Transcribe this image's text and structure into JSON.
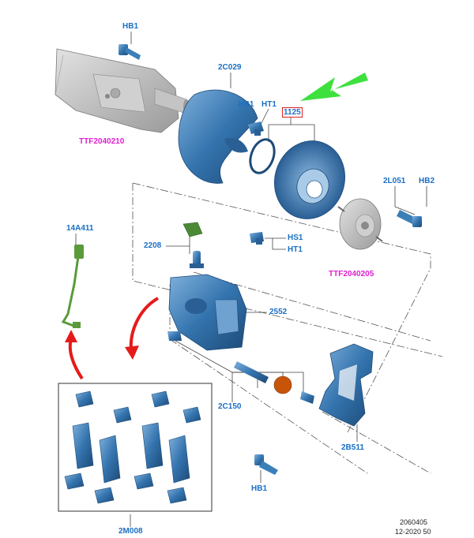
{
  "labels": {
    "hb1_top": "HB1",
    "c029": "2C029",
    "hs1_top": "HS1",
    "ht1_top": "HT1",
    "n1125": "1125",
    "ttf210": "TTF2040210",
    "l051": "2L051",
    "hb2": "HB2",
    "a411": "14A411",
    "n2208": "2208",
    "hs1_mid": "HS1",
    "ht1_mid": "HT1",
    "ttf205": "TTF2040205",
    "n2552": "2552",
    "c150": "2C150",
    "b511": "2B511",
    "hb1_bottom": "HB1",
    "m008": "2M008"
  },
  "footer": {
    "line1": "2060405",
    "line2": "12-2020 50"
  },
  "colors": {
    "part": "#2f6ea8",
    "part_dark": "#1d4a78",
    "part_light": "#6fa2d1",
    "axle_gray": "#b8b8b8",
    "label_blue": "#1a6fc4",
    "label_magenta": "#e020d0",
    "highlight_red": "#e02020",
    "arrow_green": "#3ee03e",
    "arrow_red": "#e51b1b",
    "sensor_green": "#5a9a3a",
    "bushing_orange": "#c8540a"
  }
}
